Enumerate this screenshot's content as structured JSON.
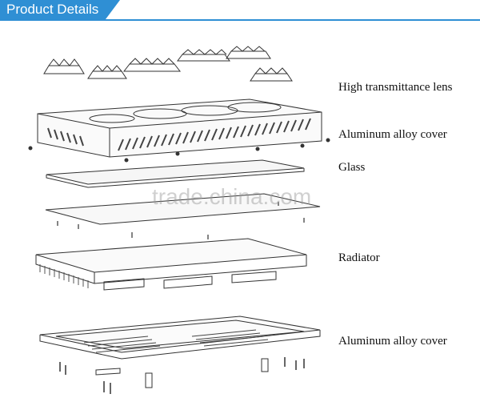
{
  "header": {
    "title": "Product Details",
    "accent": "#2f8fd4"
  },
  "parts": [
    {
      "label": "High transmittance lens"
    },
    {
      "label": "Aluminum alloy cover"
    },
    {
      "label": "Glass"
    },
    {
      "label": "Radiator"
    },
    {
      "label": "Aluminum alloy cover"
    }
  ],
  "watermark": "trade.china.com"
}
